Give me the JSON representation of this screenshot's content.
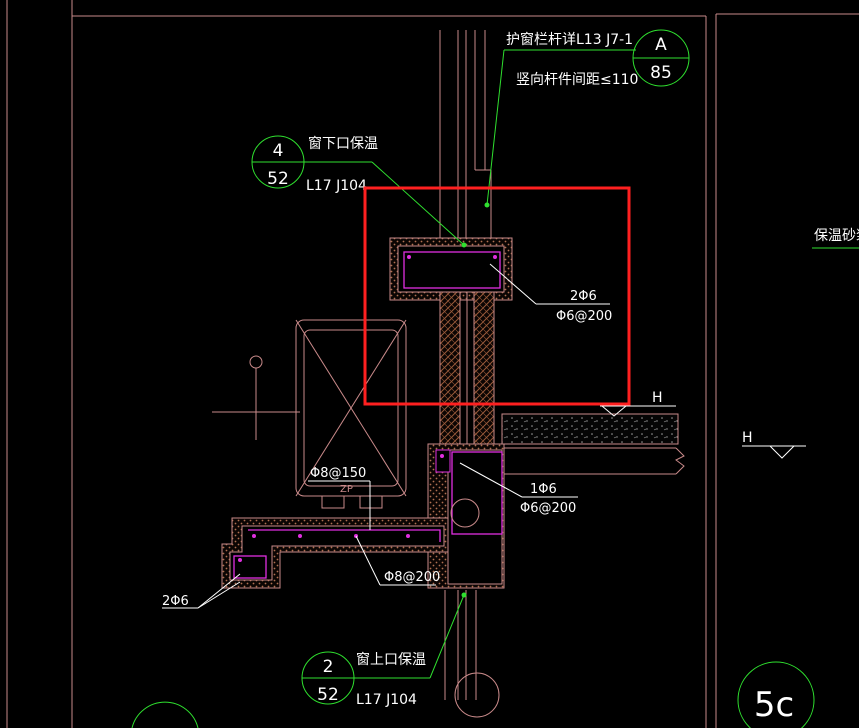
{
  "callouts": {
    "railing": {
      "text": "护窗栏杆详L13 J7-1",
      "top": "A",
      "bottom": "85"
    },
    "railing_note": "竖向杆件间距≤110",
    "sill_insulation": {
      "label": "窗下口保温",
      "top": "4",
      "bottom": "52",
      "ref": "L17 J104"
    },
    "head_insulation": {
      "label": "窗上口保温",
      "top": "2",
      "bottom": "52",
      "ref": "L17 J104"
    }
  },
  "rebar": {
    "sill_top": "2Φ6",
    "sill_stirrup": "Φ6@200",
    "beam_top": "1Φ6",
    "beam_stirrup": "Φ6@200",
    "hood_upper": "Φ8@150",
    "hood_lower": "Φ8@200",
    "hood_bottom": "2Φ6"
  },
  "unit_label": "ZP",
  "right_label": "保温砂浆",
  "level_mark_main": "H",
  "level_mark_side": "H",
  "detail_number": "5c",
  "colors": {
    "background": "#000000",
    "frame": "#c98a8a",
    "green": "#2fe02f",
    "magenta": "#e02fe0",
    "white": "#ffffff",
    "highlight": "#ff2020",
    "hatch": "#8a5a3a"
  }
}
